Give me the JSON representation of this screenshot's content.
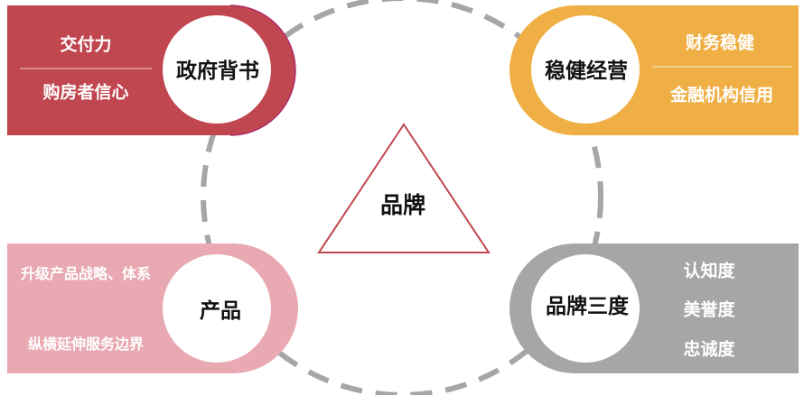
{
  "center": {
    "label": "品牌"
  },
  "top_left": {
    "circle_label": "政府背书",
    "items": [
      "交付力",
      "购房者信心"
    ],
    "color": "#c0464f"
  },
  "top_right": {
    "circle_label": "稳健经营",
    "items": [
      "财务稳健",
      "金融机构信用"
    ],
    "color": "#efaf44"
  },
  "bottom_left": {
    "circle_label": "产品",
    "items": [
      "升级产品战略、体系",
      "纵横延伸服务边界"
    ],
    "color": "#e8a9b2"
  },
  "bottom_right": {
    "circle_label": "品牌三度",
    "items": [
      "认知度",
      "美誉度",
      "忠诚度"
    ],
    "color": "#a6a6a6"
  },
  "colors": {
    "ring_dash": "#a6a6a6",
    "triangle_stroke": "#c0464f"
  }
}
